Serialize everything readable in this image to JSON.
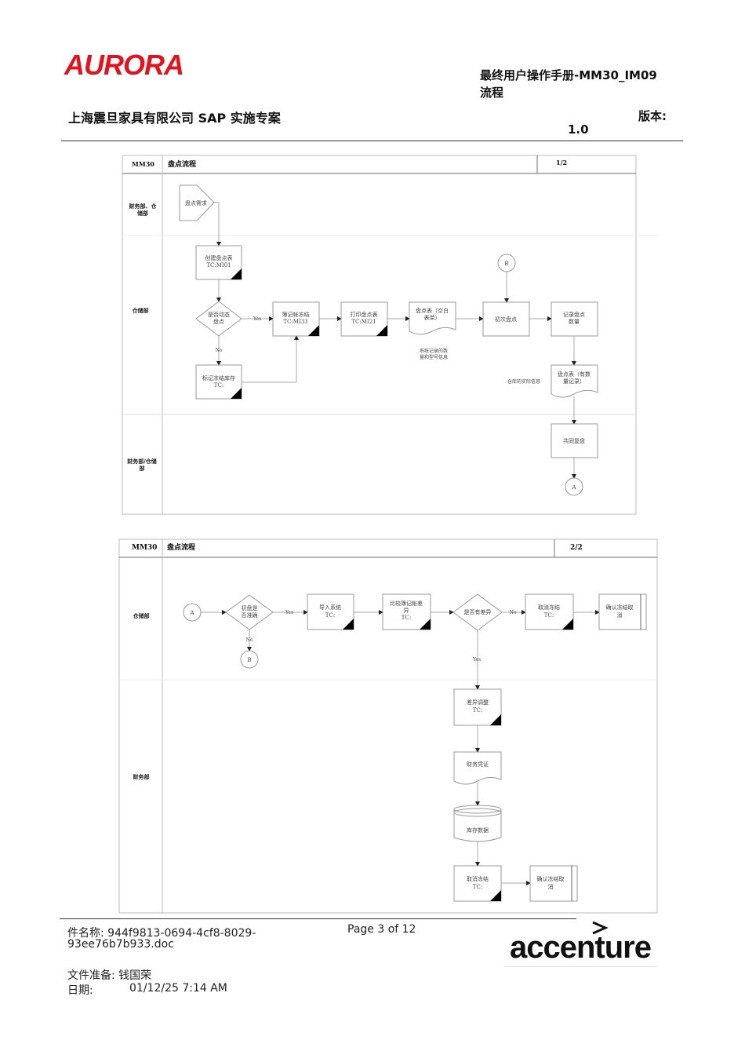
{
  "header": {
    "logo": "AURORA",
    "doc_title_line1": "最终用户操作手册-MM30_IM09",
    "doc_title_line2": "流程",
    "company": "上海震旦家具有限公司 SAP 实施专案",
    "version_label": "版本:",
    "version": "1.0"
  },
  "diagram1": {
    "code": "MM30",
    "title": "盘点流程",
    "page": "1/2",
    "lanes": [
      "财务部、仓",
      "储部",
      "仓储部",
      "财务部/仓储",
      "部"
    ],
    "n1": "盘点需求",
    "n2a": "创建盘点表",
    "n2b": "TC:MI01",
    "d1a": "是否动态",
    "d1b": "盘点",
    "yes": "Yes",
    "no": "No",
    "n3a": "标记冻结库存",
    "n3b": "TC:",
    "n4a": "簿记帐冻结",
    "n4b": "TC:MI33",
    "n5a": "打印盘点表",
    "n5b": "TC:MI21",
    "n6a": "盘点表（空白",
    "n6b": "表单）",
    "note1a": "系统记录的数",
    "note1b": "量和型号信息",
    "cB": "B",
    "n7": "初次盘点",
    "n8a": "记录盘点",
    "n8b": "数量",
    "n9a": "盘点表（有数",
    "n9b": "量记录）",
    "note2": "仓库的实际信息",
    "n10": "共同复盘",
    "cA": "A"
  },
  "diagram2": {
    "code": "MM30",
    "title": "盘点流程",
    "page": "2/2",
    "lanes": [
      "仓储部",
      "财务部"
    ],
    "cA": "A",
    "d1a": "初盘是",
    "d1b": "否准确",
    "yes": "Yes",
    "no": "No",
    "cB": "B",
    "n1a": "导入系统",
    "n1b": "TC:",
    "n2a": "比较簿记帐差",
    "n2b": "异",
    "n2c": "TC:",
    "d2": "是否有差异",
    "n3a": "取消冻结",
    "n3b": "TC:",
    "n4a": "确认冻结取",
    "n4b": "消",
    "n5a": "差异调整",
    "n5b": "TC:",
    "n6": "财务凭证",
    "n7": "库存数据",
    "n8a": "取消冻结",
    "n8b": "TC:",
    "n9a": "确认冻结取",
    "n9b": "消"
  },
  "footer": {
    "file_line1": "件名称:  944f9813-0694-4cf8-8029-",
    "file_line2": "93ee76b7b933.doc",
    "page": "Page 3 of 12",
    "logo": "accenture",
    "prepared": "文件准备: 钱国荣",
    "date_label": "日期:",
    "date": "01/12/25 7:14 AM"
  }
}
